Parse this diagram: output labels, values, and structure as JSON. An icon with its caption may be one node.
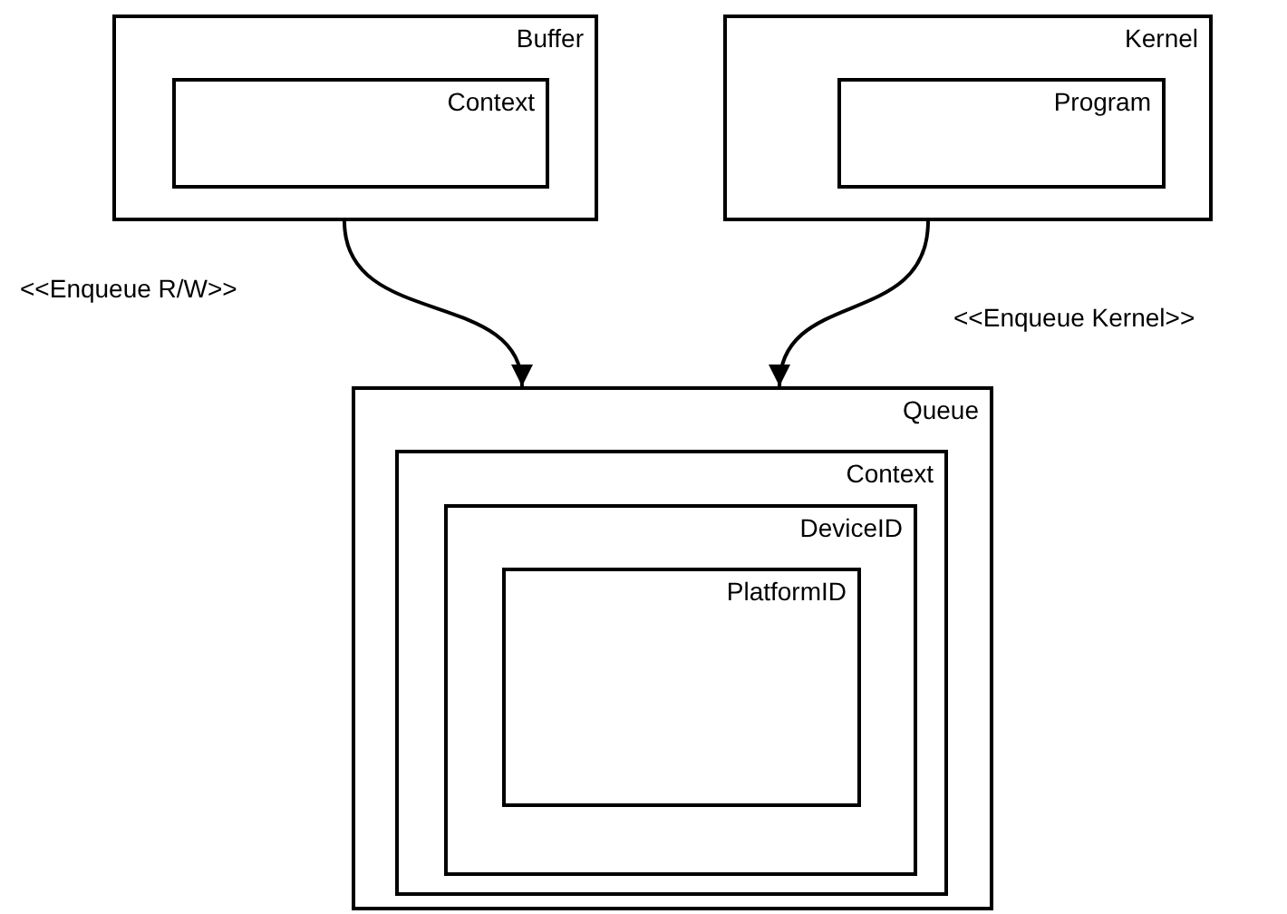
{
  "diagram": {
    "nodes": [
      {
        "text": [
          "Buffer"
        ]
      },
      {
        "text": [
          "Context"
        ],
        "in": 0
      },
      {
        "text": [
          "Kernel"
        ]
      },
      {
        "text": [
          "Program"
        ],
        "in": 2
      },
      {
        "text": [
          "Queue"
        ]
      },
      {
        "text": [
          "Context"
        ],
        "in": 4
      },
      {
        "text": [
          "DeviceID"
        ],
        "in": 5
      },
      {
        "text": [
          "PlatformID"
        ],
        "in": 6
      }
    ],
    "edges": [
      {
        "from": 0,
        "to": 4,
        "arrow": "to",
        "label": "<<Enqueue R/W>>"
      },
      {
        "from": 2,
        "to": 4,
        "arrow": "to",
        "label": "<<Enqueue Kernel>>"
      }
    ]
  }
}
